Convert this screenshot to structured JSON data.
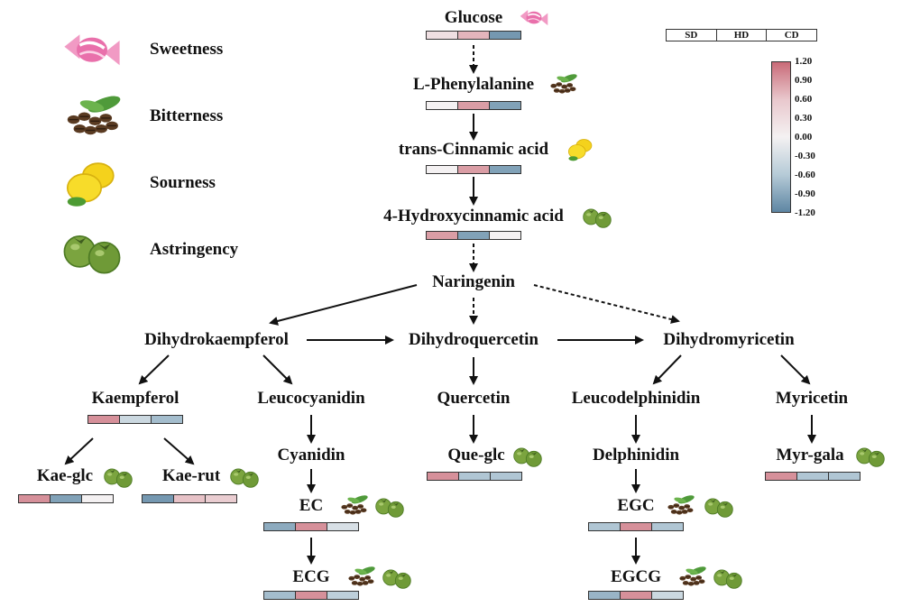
{
  "colors": {
    "high": "#c96b78",
    "mid_high": "#e9c8cd",
    "neutral": "#f4f1f2",
    "mid_low": "#b6cbd7",
    "low": "#5e86a3"
  },
  "legend": [
    {
      "label": "Sweetness",
      "icon": "candy-icon"
    },
    {
      "label": "Bitterness",
      "icon": "coffee-beans-icon"
    },
    {
      "label": "Sourness",
      "icon": "lemon-icon"
    },
    {
      "label": "Astringency",
      "icon": "persimmon-icon"
    }
  ],
  "heatmap_header": [
    "SD",
    "HD",
    "CD"
  ],
  "colorbar_ticks": [
    "1.20",
    "0.90",
    "0.60",
    "0.30",
    "0.00",
    "-0.30",
    "-0.60",
    "-0.90",
    "-1.20"
  ],
  "nodes": [
    {
      "id": "glucose",
      "label": "Glucose",
      "strip": [
        0.2,
        0.6,
        -1.0
      ],
      "tastes": [
        "sweet"
      ]
    },
    {
      "id": "phe",
      "label": "L-Phenylalanine",
      "strip": [
        0.0,
        0.8,
        -0.9
      ],
      "tastes": [
        "bitter"
      ]
    },
    {
      "id": "cinn",
      "label": "trans-Cinnamic acid",
      "strip": [
        0.0,
        0.8,
        -0.9
      ],
      "tastes": [
        "sour"
      ]
    },
    {
      "id": "hcinn",
      "label": "4-Hydroxycinnamic acid",
      "strip": [
        0.8,
        -0.9,
        0.0
      ],
      "tastes": [
        "astringent"
      ]
    },
    {
      "id": "nar",
      "label": "Naringenin",
      "strip": null,
      "tastes": []
    },
    {
      "id": "dhk",
      "label": "Dihydrokaempferol",
      "strip": null,
      "tastes": []
    },
    {
      "id": "dhq",
      "label": "Dihydroquercetin",
      "strip": null,
      "tastes": []
    },
    {
      "id": "dhm",
      "label": "Dihydromyricetin",
      "strip": null,
      "tastes": []
    },
    {
      "id": "kae",
      "label": "Kaempferol",
      "strip": [
        0.9,
        -0.3,
        -0.6
      ],
      "tastes": []
    },
    {
      "id": "leuc",
      "label": "Leucocyanidin",
      "strip": null,
      "tastes": []
    },
    {
      "id": "que",
      "label": "Quercetin",
      "strip": null,
      "tastes": []
    },
    {
      "id": "leud",
      "label": "Leucodelphinidin",
      "strip": null,
      "tastes": []
    },
    {
      "id": "myr",
      "label": "Myricetin",
      "strip": null,
      "tastes": []
    },
    {
      "id": "kaeglc",
      "label": "Kae-glc",
      "strip": [
        0.9,
        -0.9,
        0.0
      ],
      "tastes": [
        "astringent"
      ]
    },
    {
      "id": "kaerut",
      "label": "Kae-rut",
      "strip": [
        -1.0,
        0.5,
        0.4
      ],
      "tastes": [
        "astringent"
      ]
    },
    {
      "id": "cyan",
      "label": "Cyanidin",
      "strip": null,
      "tastes": []
    },
    {
      "id": "queglc",
      "label": "Que-glc",
      "strip": [
        0.9,
        -0.5,
        -0.5
      ],
      "tastes": [
        "astringent"
      ]
    },
    {
      "id": "delph",
      "label": "Delphinidin",
      "strip": null,
      "tastes": []
    },
    {
      "id": "myrgala",
      "label": "Myr-gala",
      "strip": [
        0.9,
        -0.5,
        -0.5
      ],
      "tastes": [
        "astringent"
      ]
    },
    {
      "id": "ec",
      "label": "EC",
      "strip": [
        -0.8,
        0.9,
        -0.2
      ],
      "tastes": [
        "bitter",
        "astringent"
      ]
    },
    {
      "id": "egc",
      "label": "EGC",
      "strip": [
        -0.5,
        0.9,
        -0.5
      ],
      "tastes": [
        "bitter",
        "astringent"
      ]
    },
    {
      "id": "ecg",
      "label": "ECG",
      "strip": [
        -0.6,
        0.9,
        -0.4
      ],
      "tastes": [
        "bitter",
        "astringent"
      ]
    },
    {
      "id": "egcg",
      "label": "EGCG",
      "strip": [
        -0.7,
        0.9,
        -0.3
      ],
      "tastes": [
        "bitter",
        "astringent"
      ]
    }
  ],
  "edges": [
    {
      "from": "glucose",
      "to": "phe",
      "style": "dashed"
    },
    {
      "from": "phe",
      "to": "cinn",
      "style": "solid"
    },
    {
      "from": "cinn",
      "to": "hcinn",
      "style": "solid"
    },
    {
      "from": "hcinn",
      "to": "nar",
      "style": "dashed"
    },
    {
      "from": "nar",
      "to": "dhk",
      "style": "solid"
    },
    {
      "from": "nar",
      "to": "dhq",
      "style": "dashed"
    },
    {
      "from": "nar",
      "to": "dhm",
      "style": "dashed"
    },
    {
      "from": "dhk",
      "to": "dhq",
      "style": "solid"
    },
    {
      "from": "dhq",
      "to": "dhm",
      "style": "solid"
    },
    {
      "from": "dhk",
      "to": "kae",
      "style": "solid"
    },
    {
      "from": "dhk",
      "to": "leuc",
      "style": "solid"
    },
    {
      "from": "dhq",
      "to": "que",
      "style": "solid"
    },
    {
      "from": "dhm",
      "to": "leud",
      "style": "solid"
    },
    {
      "from": "dhm",
      "to": "myr",
      "style": "solid"
    },
    {
      "from": "kae",
      "to": "kaeglc",
      "style": "solid"
    },
    {
      "from": "kae",
      "to": "kaerut",
      "style": "solid"
    },
    {
      "from": "leuc",
      "to": "cyan",
      "style": "solid"
    },
    {
      "from": "cyan",
      "to": "ec",
      "style": "solid"
    },
    {
      "from": "ec",
      "to": "ecg",
      "style": "solid"
    },
    {
      "from": "que",
      "to": "queglc",
      "style": "solid"
    },
    {
      "from": "leud",
      "to": "delph",
      "style": "solid"
    },
    {
      "from": "delph",
      "to": "egc",
      "style": "solid"
    },
    {
      "from": "egc",
      "to": "egcg",
      "style": "solid"
    },
    {
      "from": "myr",
      "to": "myrgala",
      "style": "solid"
    }
  ]
}
